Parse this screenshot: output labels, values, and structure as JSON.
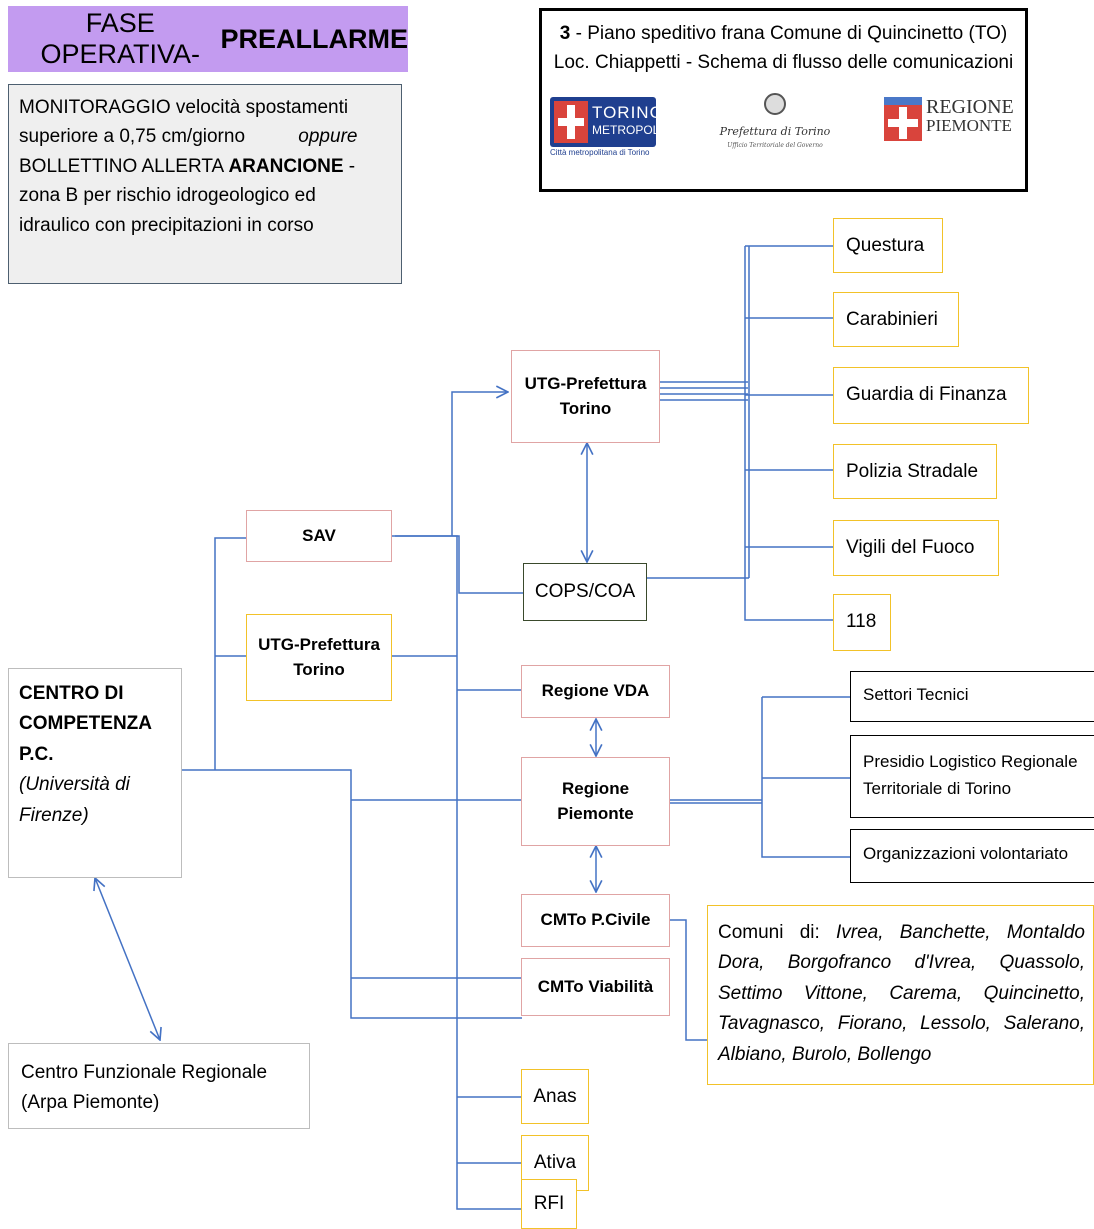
{
  "phase": {
    "prefix": "FASE OPERATIVA- ",
    "strong": "PREALLARME"
  },
  "trigger": {
    "t1": "MONITORAGGIO velocità spostamenti superiore a 0,75 cm/giorno",
    "t2": "oppure",
    "t3": "BOLLETTINO ALLERTA",
    "t4": "ARANCIONE",
    "t5": "- zona B per rischio idrogeologico ed idraulico con precipitazioni in corso"
  },
  "plan": {
    "num": "3",
    "line1": " - Piano speditivo frana Comune di Quincinetto (TO)",
    "line2": "Loc. Chiappetti - Schema di flusso delle comunicazioni"
  },
  "logos": {
    "torino_a": "TORINO",
    "torino_b": "METROPOLI",
    "torino_c": "Città metropolitana di Torino",
    "prefettura_a": "Prefettura di Torino",
    "prefettura_b": "Ufficio Territoriale del Governo",
    "regione_a": "REGIONE",
    "regione_b": "PIEMONTE"
  },
  "nodes": {
    "centro_a": "CENTRO DI",
    "centro_b": "COMPETENZA",
    "centro_c": "P.C.",
    "centro_d": "(Università di",
    "centro_e": "Firenze)",
    "cfr_a": "Centro Funzionale Regionale",
    "cfr_b": "(Arpa Piemonte)",
    "sav": "SAV",
    "utg_left_a": "UTG-Prefettura",
    "utg_left_b": "Torino",
    "utg_top_a": "UTG-Prefettura",
    "utg_top_b": "Torino",
    "cops": "COPS/COA",
    "regione_vda": "Regione VDA",
    "regione_pie_a": "Regione",
    "regione_pie_b": "Piemonte",
    "cmto_pc": "CMTo P.Civile",
    "cmto_via": "CMTo Viabilità",
    "anas": "Anas",
    "ativa": "Ativa",
    "rfi": "RFI",
    "questura": "Questura",
    "carabinieri": "Carabinieri",
    "gdf": "Guardia di Finanza",
    "polizia": "Polizia Stradale",
    "vvf": "Vigili del Fuoco",
    "n118": "118",
    "settori": "Settori Tecnici",
    "presidio_a": "Presidio Logistico Regionale",
    "presidio_b": "Territoriale di Torino",
    "volontariato": "Organizzazioni volontariato"
  },
  "comuni": {
    "label": "Comuni di: ",
    "list": "Ivrea, Banchette, Montaldo Dora, Borgofranco d'Ivrea, Quassolo, Settimo Vittone, Carema, Quincinetto, Tavagnasco, Fiorano, Lessolo, Salerano, Albiano, Burolo, Bollengo"
  },
  "colors": {
    "phase_bg": "#c39bf0",
    "trigger_bg": "#efefef",
    "connector": "#4472c4",
    "pink_border": "#e0a4a4",
    "gold_border": "#f2c229",
    "regione_red": "#d9443c",
    "torino_blue": "#1f3f8f"
  }
}
